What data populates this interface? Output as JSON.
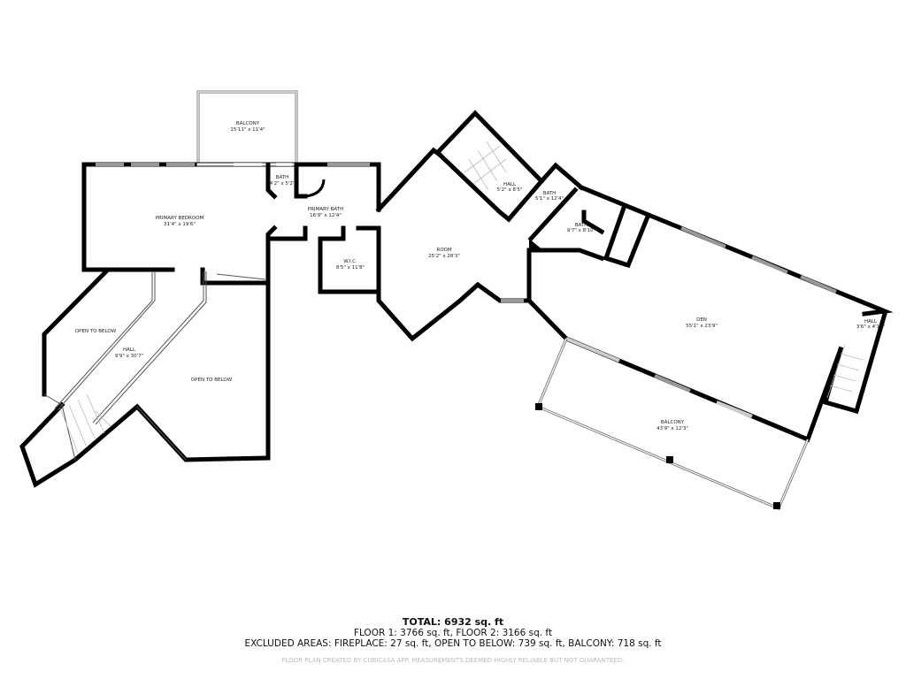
{
  "rooms": {
    "balcony_top": {
      "name": "BALCONY",
      "dims": "15'11\" x 11'4\""
    },
    "primary_bedroom": {
      "name": "PRIMARY BEDROOM",
      "dims": "31'4\" x 19'6\""
    },
    "bath_small": {
      "name": "BATH",
      "dims": "4'2\" x 5'2\""
    },
    "primary_bath": {
      "name": "PRIMARY BATH",
      "dims": "16'9\" x 12'4\""
    },
    "wic": {
      "name": "W.I.C.",
      "dims": "8'5\" x 11'8\""
    },
    "room": {
      "name": "ROOM",
      "dims": "25'2\" x 28'3\""
    },
    "hall_top": {
      "name": "HALL",
      "dims": "5'2\" x 8'5\""
    },
    "bath_2": {
      "name": "BATH",
      "dims": "5'1\" x 12'4\""
    },
    "bath_3": {
      "name": "BATH",
      "dims": "9'7\" x 8'10\""
    },
    "den": {
      "name": "DEN",
      "dims": "55'1\" x 23'9\""
    },
    "hall_right": {
      "name": "HALL",
      "dims": "3'6\" x 4'11\""
    },
    "balcony_bottom": {
      "name": "BALCONY",
      "dims": "43'9\" x 12'3\""
    },
    "open_below_1": {
      "name": "OPEN TO BELOW"
    },
    "open_below_2": {
      "name": "OPEN TO BELOW"
    },
    "hall_left": {
      "name": "HALL",
      "dims": "9'9\" x 30'7\""
    }
  },
  "footer": {
    "total": "TOTAL: 6932 sq. ft",
    "floors": "FLOOR 1: 3766 sq. ft, FLOOR 2: 3166 sq. ft",
    "excluded": "EXCLUDED AREAS: FIREPLACE: 27 sq. ft, OPEN TO BELOW: 739 sq. ft, BALCONY: 718 sq. ft",
    "note": "FLOOR PLAN CREATED BY CUBICASA APP. MEASUREMENTS DEEMED HIGHLY RELIABLE BUT NOT GUARANTEED."
  }
}
